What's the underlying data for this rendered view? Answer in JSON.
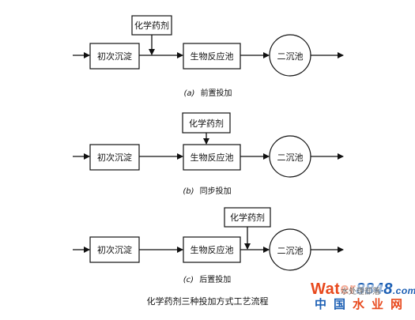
{
  "diagram": {
    "panels": [
      {
        "caption_letter": "(a)",
        "caption_text": "前置投加",
        "boxes": {
          "primary": "初次沉淀",
          "bio": "生物反应池",
          "secondary": "二沉池",
          "chem": "化学药剂"
        }
      },
      {
        "caption_letter": "(b)",
        "caption_text": "同步投加",
        "boxes": {
          "primary": "初次沉淀",
          "bio": "生物反应池",
          "secondary": "二沉池",
          "chem": "化学药剂"
        }
      },
      {
        "caption_letter": "(c)",
        "caption_text": "后置投加",
        "boxes": {
          "primary": "初次沉淀",
          "bio": "生物反应池",
          "secondary": "二沉池",
          "chem": "化学药剂"
        }
      }
    ],
    "figure_caption": "化学药剂三种投加方式工艺流程"
  },
  "watermark": {
    "brand_part1": "Water",
    "brand_part2": "8848",
    "brand_suffix": ".com",
    "cn_part1": "中国",
    "cn_part2": "水业网",
    "badge_text": "水处理部落"
  },
  "colors": {
    "line": "#111111",
    "wm_orange": "#e8491d",
    "wm_blue": "#1c5fb4"
  }
}
